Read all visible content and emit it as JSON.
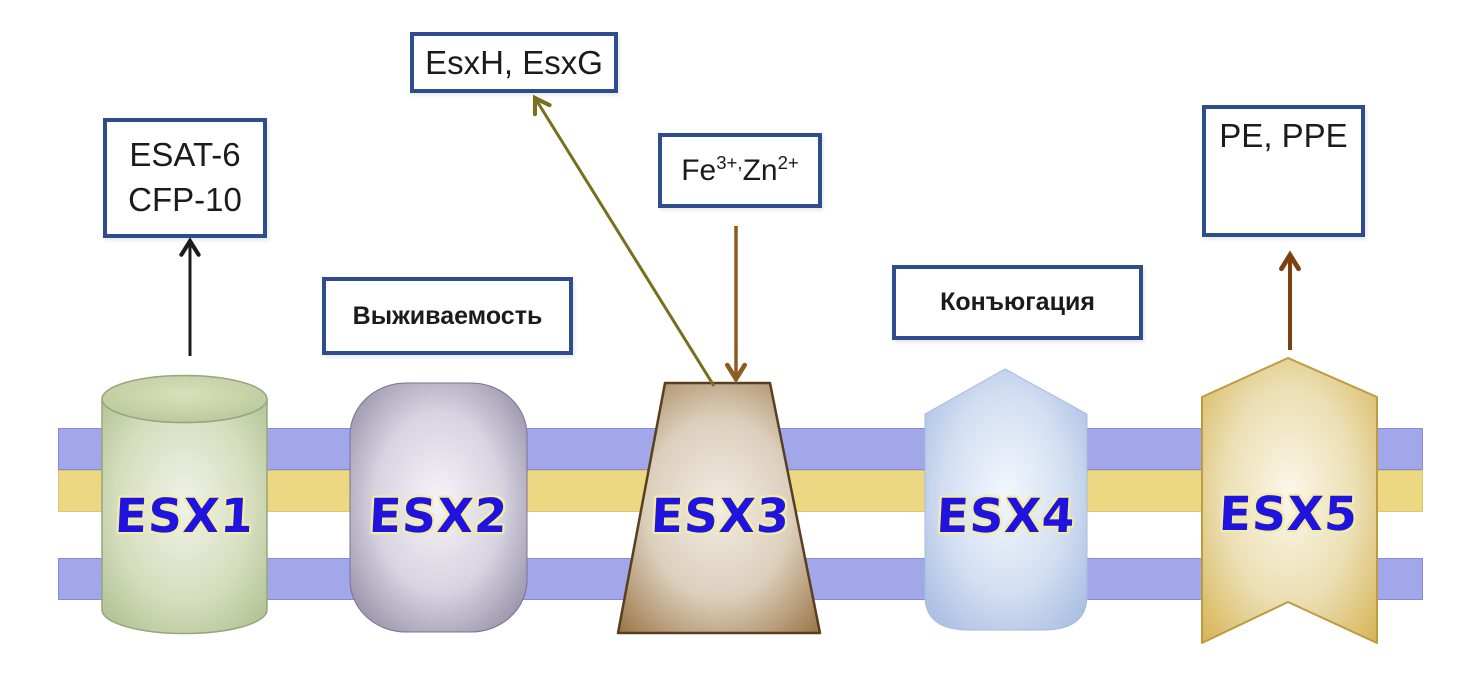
{
  "membrane": {
    "outer_band_color": "#a2a7e9",
    "inner_band_color": "#ecd882"
  },
  "systems": {
    "esx1": {
      "label": "ESX1",
      "shape": "cylinder",
      "edge_color": "#a8bc8a",
      "center_color": "#f0f3e7"
    },
    "esx2": {
      "label": "ESX2",
      "shape": "rounded-capsule",
      "edge_color": "#877f9a",
      "center_color": "#f6f4f8"
    },
    "esx3": {
      "label": "ESX3",
      "shape": "trapezoid",
      "edge_color": "#96703f",
      "center_color": "#f2ece3"
    },
    "esx4": {
      "label": "ESX4",
      "shape": "pointed-pentagon",
      "edge_color": "#9db4de",
      "center_color": "#f3f7fd"
    },
    "esx5": {
      "label": "ESX5",
      "shape": "banner-ribbon",
      "edge_color": "#d4b04c",
      "center_color": "#fbf7ea"
    }
  },
  "labels": {
    "esat": {
      "line1": "ESAT-6",
      "line2": "CFP-10"
    },
    "esxhg": {
      "text": "EsxH, EsxG"
    },
    "fe": {
      "base1": "Fe",
      "sup1": "3+,",
      "base2": "Zn",
      "sup2": "2+"
    },
    "survival": {
      "text": "Выживаемость"
    },
    "conjugation": {
      "text": "Конъюгация"
    },
    "pe": {
      "text": "PE, PPE"
    }
  },
  "arrows": {
    "esx1_to_esat": {
      "color": "#1c1c1c",
      "direction": "up"
    },
    "esx3_to_esxhg": {
      "color": "#76701f",
      "direction": "up-left"
    },
    "fe_to_esx3": {
      "color": "#8f5a1e",
      "direction": "down"
    },
    "esx5_to_pe": {
      "color": "#7b4210",
      "direction": "up"
    }
  },
  "style": {
    "background": "#ffffff",
    "box_border_color": "#2e4d8f",
    "esx_text_color": "#2013dd",
    "esx_text_glow": "#f1eca9"
  }
}
